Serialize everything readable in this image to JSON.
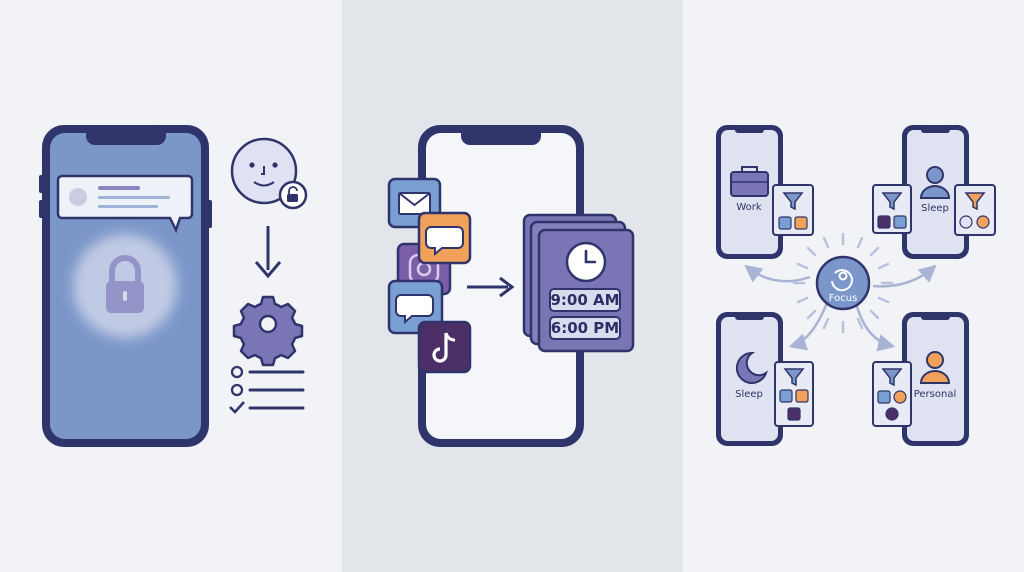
{
  "panels": {
    "left": {
      "background": "#f1f3f7"
    },
    "middle": {
      "background": "#e2e5ea",
      "schedule": {
        "start": "9:00 AM",
        "end": "6:00 PM"
      }
    },
    "right": {
      "background": "#f1f3f7",
      "hub": "Focus",
      "modes": [
        {
          "label": "Work"
        },
        {
          "label": "Sleep"
        },
        {
          "label": "Sleep"
        },
        {
          "label": "Personal"
        }
      ]
    }
  },
  "colors": {
    "outline": "#2f356b",
    "phone_screen_blue": "#7b97c9",
    "phone_screen_light": "#dfe3f1",
    "purple": "#7a76b6",
    "orange": "#f2a15a",
    "blue": "#7aa0d3",
    "dark_purple": "#4b2f66"
  }
}
